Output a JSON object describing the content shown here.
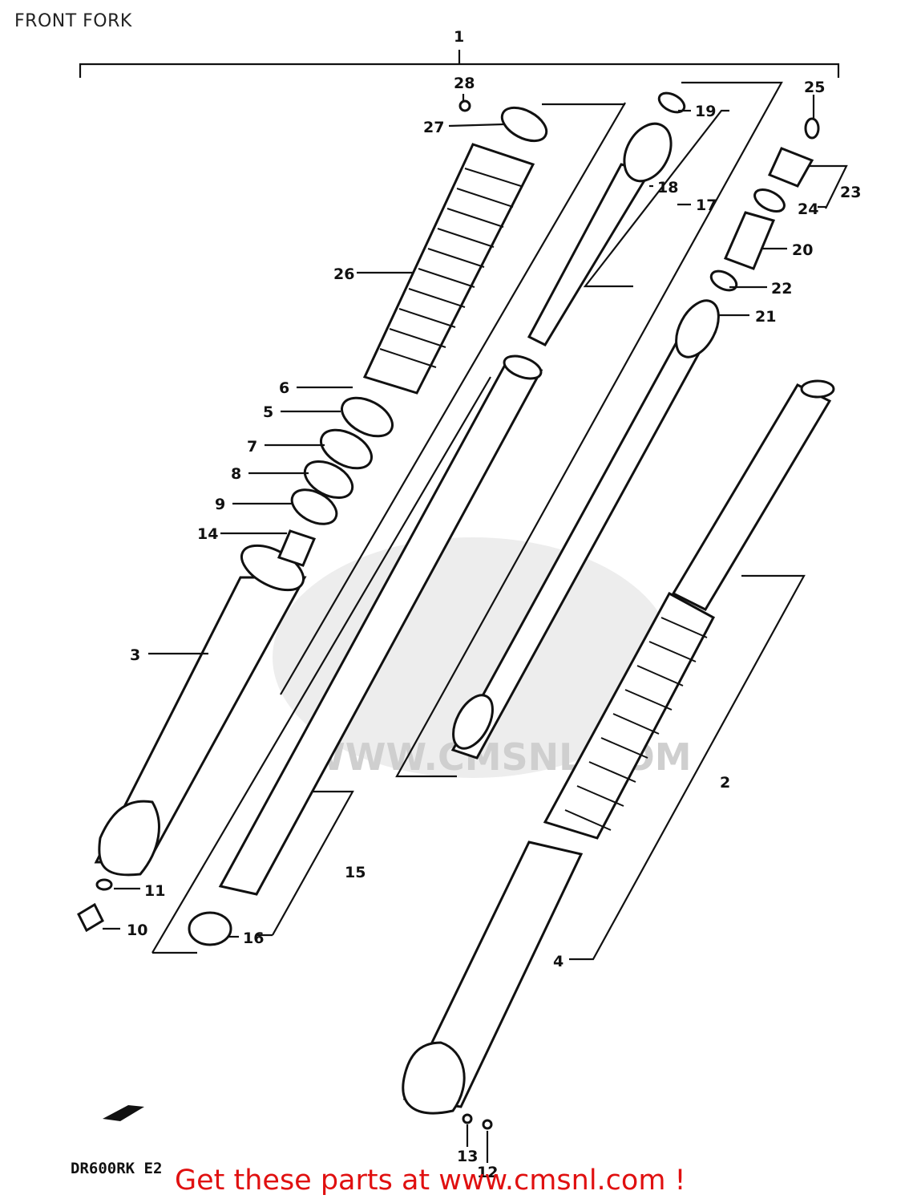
{
  "page_title": "FRONT FORK",
  "model_code": "DR600RK E2",
  "footer_text": "Get these parts at www.cmsnl.com !",
  "watermark_text": "WWW.CMSNL.COM",
  "colors": {
    "footer": "#e01010",
    "line": "#111111",
    "watermark": "#dcdcdc"
  },
  "part_labels": [
    "1",
    "2",
    "3",
    "4",
    "5",
    "6",
    "7",
    "8",
    "9",
    "10",
    "11",
    "12",
    "13",
    "14",
    "15",
    "16",
    "17",
    "18",
    "19",
    "20",
    "21",
    "22",
    "23",
    "24",
    "25",
    "26",
    "27",
    "28"
  ]
}
